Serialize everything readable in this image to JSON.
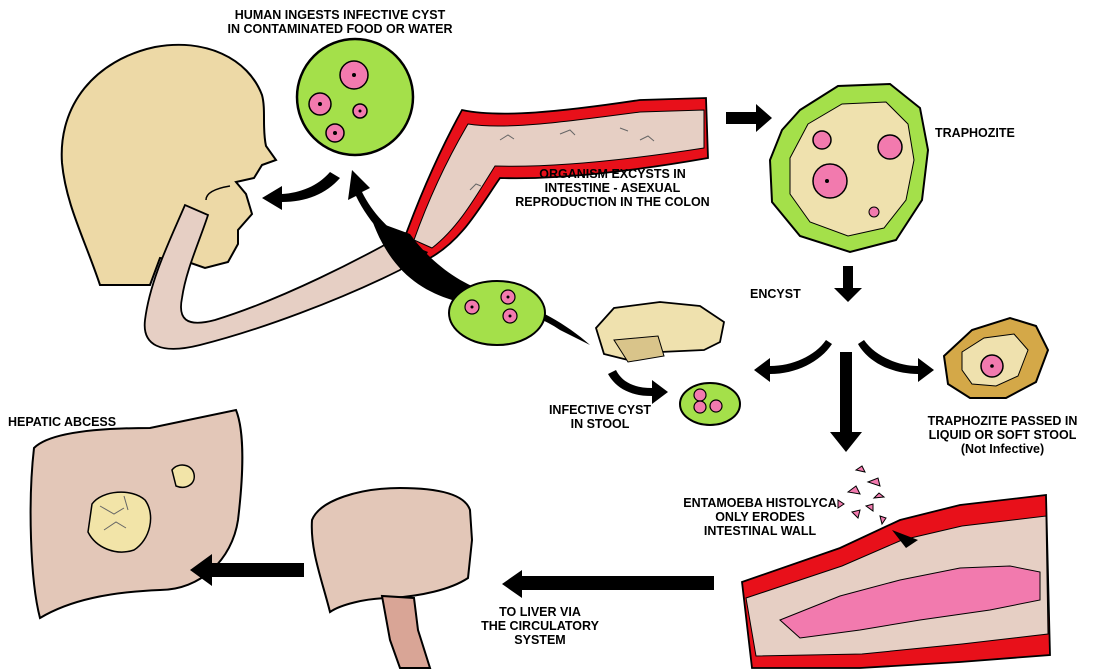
{
  "labels": {
    "ingest": [
      "HUMAN INGESTS INFECTIVE CYST",
      "IN CONTAMINATED FOOD OR WATER"
    ],
    "excyst": [
      "ORGANISM EXCYSTS IN",
      "INTESTINE - ASEXUAL",
      "REPRODUCTION IN THE COLON"
    ],
    "trophozoite": "TRAPHOZITE",
    "encyst": "ENCYST",
    "infective_cyst": [
      "INFECTIVE CYST",
      "IN STOOL"
    ],
    "passed": [
      "TRAPHOZITE PASSED IN",
      "LIQUID OR SOFT STOOL",
      "(Not Infective)"
    ],
    "erodes": [
      "ENTAMOEBA HISTOLYCA",
      "ONLY ERODES",
      "INTESTINAL WALL"
    ],
    "liver": [
      "TO LIVER VIA",
      "THE CIRCULATORY",
      "SYSTEM"
    ],
    "abscess": "HEPATIC ABCESS"
  },
  "colors": {
    "skin": "#EDD9A6",
    "tissue": "#E6CFC4",
    "blood": "#E8101A",
    "cyst_green": "#A4E04A",
    "nucleus_pink": "#F27AAE",
    "stool": "#EFE1AE",
    "liver": "#E3C7B8",
    "abscess": "#F2E4A8",
    "outline": "#000000"
  }
}
